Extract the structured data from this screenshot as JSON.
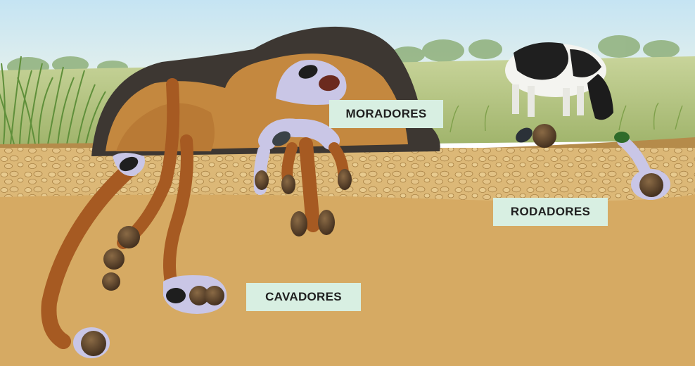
{
  "labels": {
    "moradores": "MORADORES",
    "rodadores": "RODADORES",
    "cavadores": "CAVADORES"
  },
  "colors": {
    "sky_top": "#c9e6f3",
    "sky_bottom": "#e8f2ec",
    "soil": "#d6aa63",
    "soil_dark": "#b98a45",
    "topsoil": "#dbb775",
    "tunnel": "#a65a22",
    "dung": "#3d3732",
    "dung_interior": "#c4883f",
    "chamber": "#c9c6e6",
    "label_bg": "#d8efe2"
  },
  "icons": [
    "dung-pat",
    "cow-icon",
    "dung-beetle-icon",
    "dung-ball-icon",
    "tunnel",
    "brood-ball-icon",
    "grass"
  ]
}
